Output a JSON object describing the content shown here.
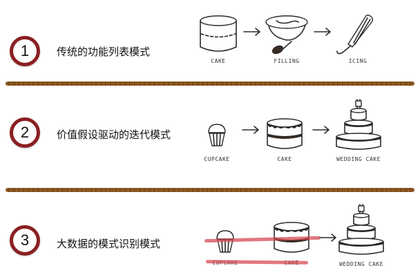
{
  "sections": [
    {
      "number": "1",
      "title": "传统的功能列表模式",
      "captions": [
        "CAKE",
        "FILLING",
        "ICING"
      ]
    },
    {
      "number": "2",
      "title": "价值假设驱动的迭代模式",
      "captions": [
        "CUPCAKE",
        "CAKE",
        "WEDDING CAKE"
      ]
    },
    {
      "number": "3",
      "title": "大数据的模式识别模式",
      "captions": [
        "CUPCAKE",
        "CAKE",
        "WEDDING CAKE"
      ]
    }
  ],
  "colors": {
    "badge_ring": "#8b1f22",
    "divider": "#7a4a1c",
    "strike": "#d64a54",
    "ink": "#2a2a2a"
  }
}
